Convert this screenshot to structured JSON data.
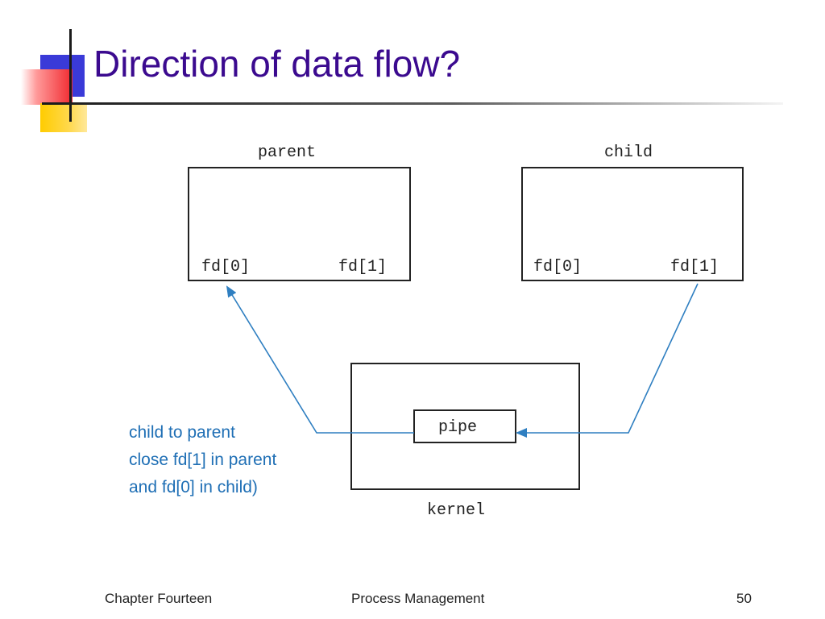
{
  "slide": {
    "title": "Direction of data flow?"
  },
  "diagram": {
    "parent_label": "parent",
    "child_label": "child",
    "parent_fd0": "fd[0]",
    "parent_fd1": "fd[1]",
    "child_fd0": "fd[0]",
    "child_fd1": "fd[1]",
    "pipe_label": "pipe",
    "kernel_label": "kernel"
  },
  "caption": {
    "lines": [
      "child to parent",
      "close fd[1] in parent",
      "and fd[0] in child)"
    ]
  },
  "footer": {
    "left": "Chapter Fourteen",
    "center": "Process Management",
    "page_number": "50"
  },
  "colors": {
    "title": "#3b0a8f",
    "arrow": "#2f7fc1",
    "caption": "#1f6fb5"
  }
}
